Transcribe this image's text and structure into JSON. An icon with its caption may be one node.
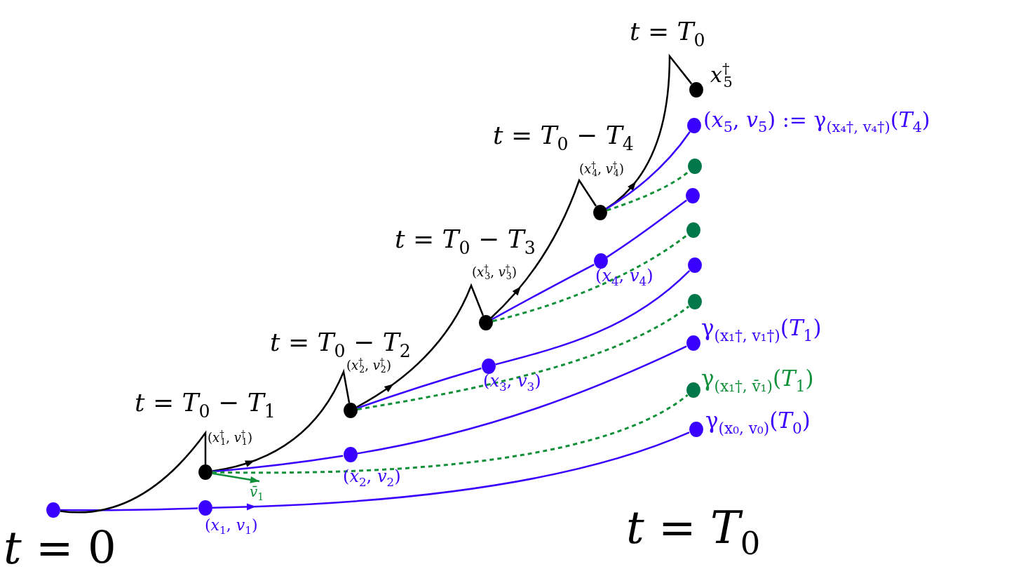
{
  "diagram": {
    "nodes": [
      {
        "text": [],
        "shape": "circle"
      },
      {
        "text": [],
        "shape": "circle",
        "beside": [
          "(*x*$_{1}$, *v*$_{1}$)"
        ]
      },
      {
        "text": [],
        "shape": "circle",
        "beside": [
          "(*x*$^{†}$$_{1}$, *v*$^{†}$$_{1}$)"
        ]
      },
      {
        "text": [],
        "shape": "circle",
        "beside": [
          "(*x*$_{2}$, *v*$_{2}$)"
        ]
      },
      {
        "text": [],
        "shape": "circle",
        "beside": [
          "(*x*$^{†}$$_{2}$, *v*$^{†}$$_{2}$)"
        ]
      },
      {
        "text": [],
        "shape": "circle",
        "beside": [
          "(*x*$_{3}$, *v*$_{3}$)"
        ]
      },
      {
        "text": [],
        "shape": "circle",
        "beside": [
          "(*x*$^{†}$$_{3}$, *v*$^{†}$$_{3}$)"
        ]
      },
      {
        "text": [],
        "shape": "circle",
        "beside": [
          "(*x*$_{4}$, *v*$_{4}$)"
        ]
      },
      {
        "text": [],
        "shape": "circle",
        "beside": [
          "(*x*$^{†}$$_{4}$, *v*$^{†}$$_{4}$)"
        ]
      },
      {
        "text": [],
        "shape": "circle",
        "beside": [
          "*x*$^{†}$$_{5}$"
        ]
      },
      {
        "text": [],
        "shape": "circle",
        "beside": [
          "(*x*$_{5}$, *v*$_{5}$) := γ$_{(x₄†, v₄†)}$(*T*$_{4}$)"
        ]
      },
      {
        "text": [],
        "shape": "circle"
      },
      {
        "text": [],
        "shape": "circle"
      },
      {
        "text": [],
        "shape": "circle"
      },
      {
        "text": [],
        "shape": "circle"
      },
      {
        "text": [],
        "shape": "circle"
      },
      {
        "text": [],
        "shape": "circle",
        "beside": [
          "γ$_{(x₁†, v₁†)}$(*T*$_{1}$)"
        ]
      },
      {
        "text": [],
        "shape": "circle",
        "beside": [
          "γ$_{(x₁†, v̄₁)}$(*T*$_{1}$)"
        ]
      },
      {
        "text": [],
        "shape": "circle",
        "beside": [
          "γ$_{(x₀, v₀)}$(*T*$_{0}$)"
        ]
      }
    ],
    "edges": [
      {
        "from": 0,
        "to": 1,
        "arrow": "none"
      },
      {
        "from": 1,
        "to": 18,
        "arrow": "to"
      },
      {
        "from": 0,
        "to": 2,
        "arrow": "none",
        "color": "#000000"
      },
      {
        "from": 2,
        "to": 4,
        "arrow": "to",
        "color": "#000000"
      },
      {
        "from": 4,
        "to": 6,
        "arrow": "to",
        "color": "#000000"
      },
      {
        "from": 6,
        "to": 8,
        "arrow": "to",
        "color": "#000000"
      },
      {
        "from": 8,
        "to": 9,
        "arrow": "to",
        "color": "#000000"
      },
      {
        "from": 2,
        "to": 3,
        "arrow": "none"
      },
      {
        "from": 3,
        "to": 16,
        "arrow": "none"
      },
      {
        "from": 4,
        "to": 5,
        "arrow": "none"
      },
      {
        "from": 5,
        "to": 14,
        "arrow": "none"
      },
      {
        "from": 6,
        "to": 7,
        "arrow": "none"
      },
      {
        "from": 7,
        "to": 12,
        "arrow": "none"
      },
      {
        "from": 8,
        "to": 10,
        "arrow": "none"
      },
      {
        "from": 2,
        "to": 17,
        "arrow": "none",
        "style": "dashed",
        "color": "#11903a"
      },
      {
        "from": 4,
        "to": 15,
        "arrow": "none",
        "style": "dashed",
        "color": "#11903a"
      },
      {
        "from": 6,
        "to": 13,
        "arrow": "none",
        "style": "dashed",
        "color": "#11903a"
      },
      {
        "from": 8,
        "to": 11,
        "arrow": "none",
        "style": "dashed",
        "color": "#11903a"
      },
      {
        "from": 2,
        "to": null,
        "arrow": "to",
        "color": "#11903a",
        "label": "*v̄*$_{1}$"
      }
    ],
    "labels": [
      "*t* = *T*$_{0}$",
      "*t* = *T*$_{0}$ − *T*$_{4}$",
      "*t* = *T*$_{0}$ − *T*$_{3}$",
      "*t* = *T*$_{0}$ − *T*$_{2}$",
      "*t* = *T*$_{0}$ − *T*$_{1}$",
      "*t* = 0",
      "*t* = *T*$_{0}$"
    ]
  }
}
